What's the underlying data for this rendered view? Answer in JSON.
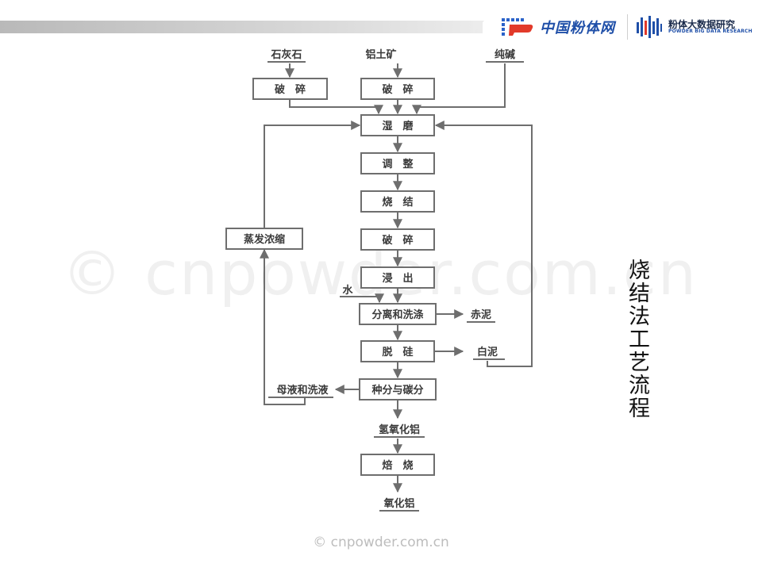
{
  "header": {
    "brand_left": "中国粉体网",
    "brand_right_cn": "粉体大数据研究",
    "brand_right_en": "POWDER BIG DATA RESEARCH"
  },
  "watermark": {
    "background_text": "© cnpowder.com.cn",
    "footer_text": "© cnpowder.com.cn"
  },
  "title_vertical": "烧结法工艺流程",
  "flow": {
    "inputs": {
      "limestone": "石灰石",
      "bauxite": "铝土矿",
      "soda": "纯碱",
      "water": "水"
    },
    "steps": {
      "crush_left": "破　碎",
      "crush_mid": "破　碎",
      "wet_grind": "湿　磨",
      "adjust": "调　整",
      "sinter": "烧　结",
      "crush2": "破　碎",
      "leach": "浸　出",
      "separate": "分离和洗涤",
      "desilicate": "脱　硅",
      "decompose": "种分与碳分",
      "calcine": "焙　烧",
      "evaporate": "蒸发浓缩"
    },
    "outputs": {
      "red_mud": "赤泥",
      "white_mud": "白泥",
      "mother_liquor": "母液和洗液",
      "hydroxide": "氢氧化铝",
      "alumina": "氧化铝"
    }
  }
}
